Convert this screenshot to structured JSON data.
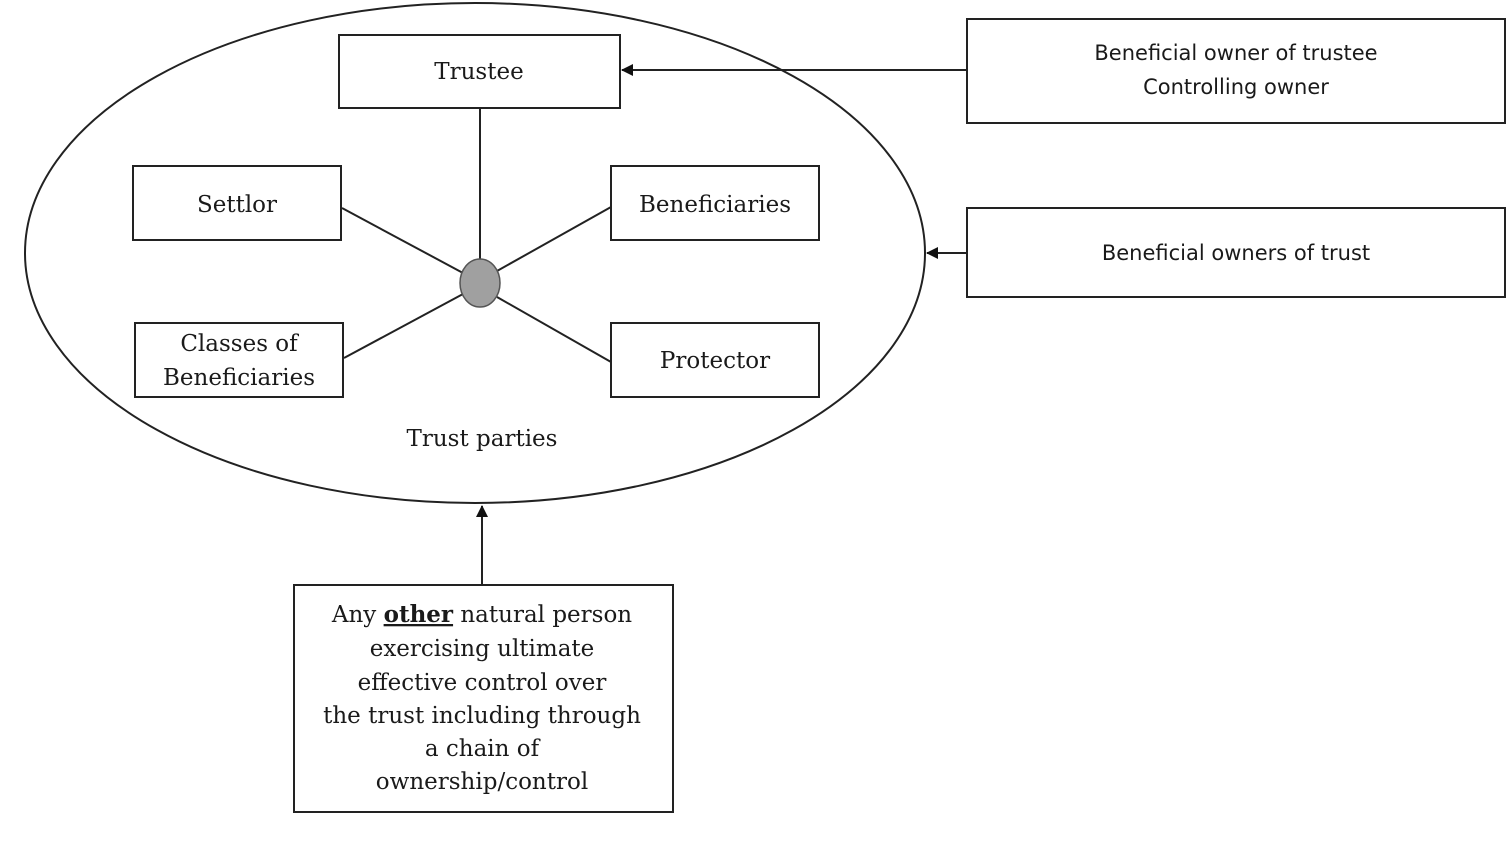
{
  "diagram": {
    "group_label": "Trust parties",
    "nodes": {
      "trustee": "Trustee",
      "settlor": "Settlor",
      "beneficiaries": "Beneficiaries",
      "classes_line1": "Classes of",
      "classes_line2": "Beneficiaries",
      "protector": "Protector"
    },
    "external": {
      "trustee_owner_line1": "Beneficial owner of trustee",
      "trustee_owner_line2": "Controlling owner",
      "trust_owners": "Beneficial owners of trust",
      "other_person": {
        "line1_pre": "Any ",
        "line1_emph": "other",
        "line1_post": " natural person",
        "line2": "exercising ultimate",
        "line3": "effective control over",
        "line4": "the trust including through",
        "line5": "a chain of",
        "line6": "ownership/control"
      }
    },
    "colors": {
      "hub": "#a0a0a0",
      "stroke": "#222222"
    }
  }
}
